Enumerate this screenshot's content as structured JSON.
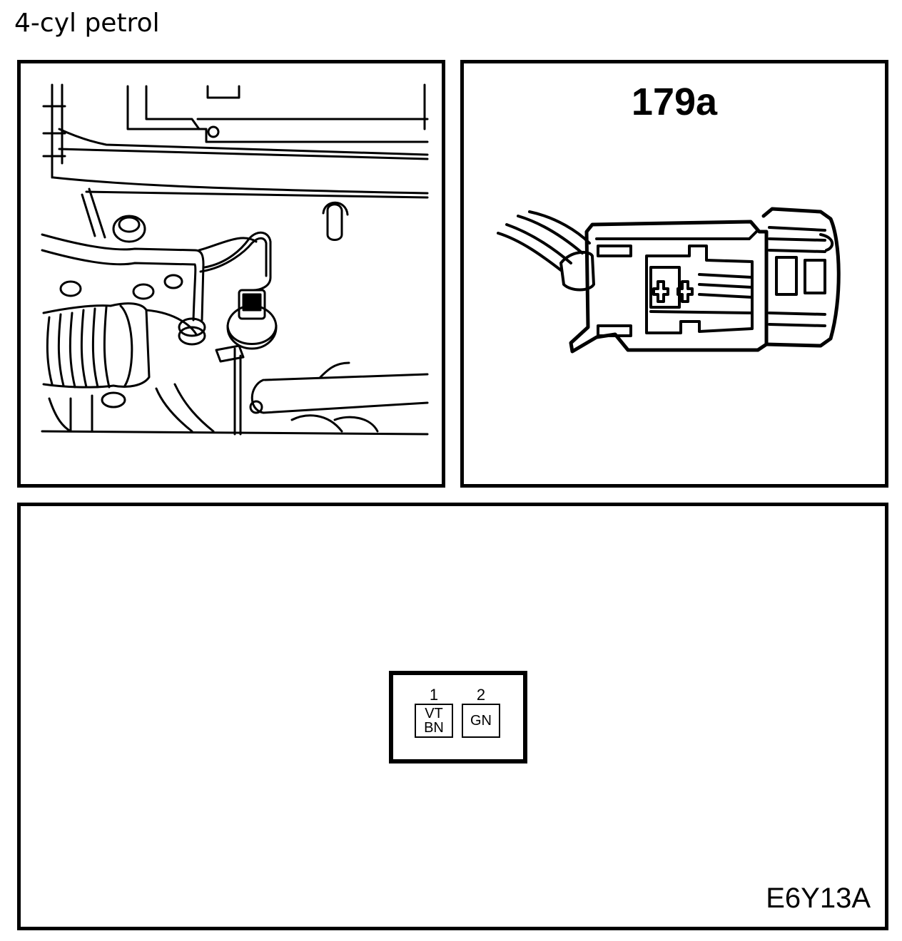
{
  "header": {
    "title": "4-cyl petrol"
  },
  "connector_panel": {
    "connector_id": "179a"
  },
  "pinout_panel": {
    "pins": [
      {
        "number": "1",
        "wire_colors": [
          "VT",
          "BN"
        ]
      },
      {
        "number": "2",
        "wire_colors": [
          "GN"
        ]
      }
    ],
    "figure_code": "E6Y13A"
  }
}
